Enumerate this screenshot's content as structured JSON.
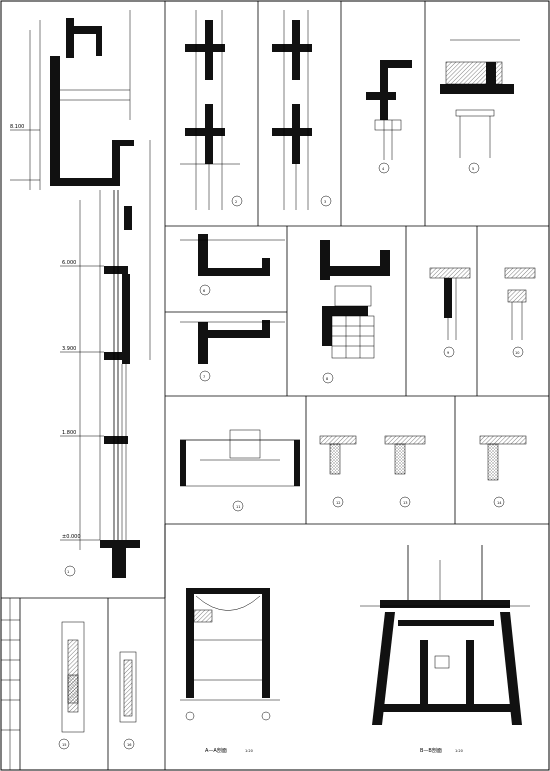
{
  "sheet": {
    "section_titles": {
      "aa": "A—A剖面",
      "bb": "B—B剖面"
    },
    "markers": {
      "tall_section": "1",
      "n2": "2",
      "n3": "3",
      "n4": "4",
      "n5": "5",
      "n6": "6",
      "n7": "7",
      "n8": "8",
      "n9": "9",
      "n10": "10",
      "n11": "11",
      "n12": "12",
      "n13": "13",
      "n14": "14",
      "n15": "15",
      "n16": "16"
    },
    "scale_note": "1:20",
    "elev": {
      "e1": "8.100",
      "e2": "6.000",
      "e3": "3.900",
      "e4": "1.800",
      "e5": "±0.000"
    }
  }
}
